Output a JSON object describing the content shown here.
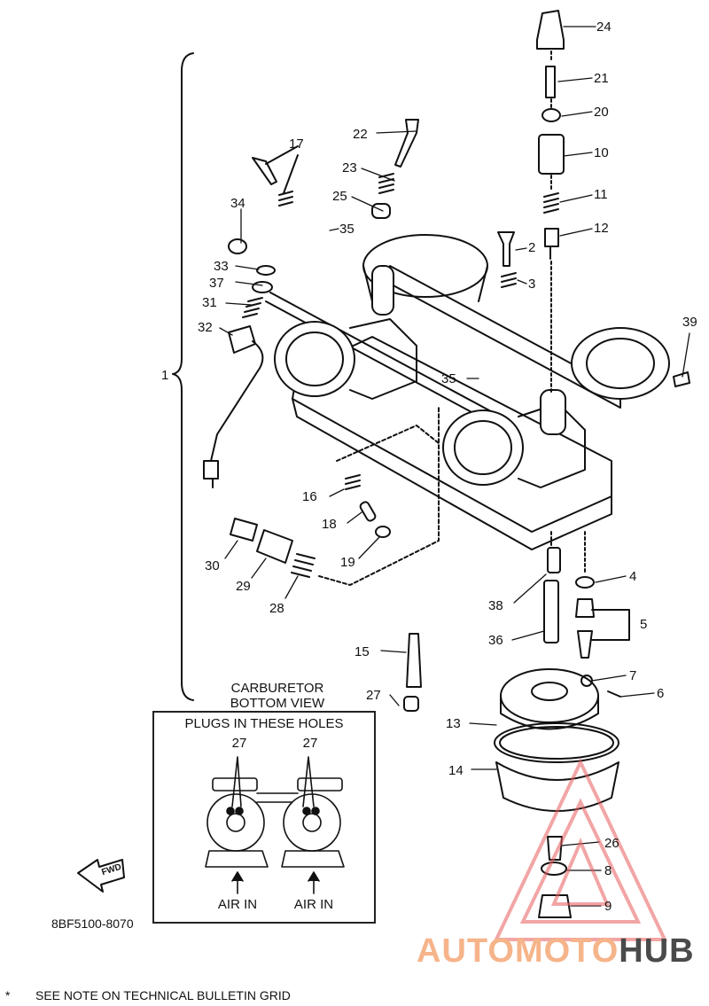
{
  "diagram": {
    "callouts": [
      {
        "id": "24",
        "text": "24"
      },
      {
        "id": "21",
        "text": "21"
      },
      {
        "id": "20",
        "text": "20"
      },
      {
        "id": "10",
        "text": "10"
      },
      {
        "id": "11",
        "text": "11"
      },
      {
        "id": "12",
        "text": "12"
      },
      {
        "id": "22",
        "text": "22"
      },
      {
        "id": "17",
        "text": "17"
      },
      {
        "id": "23",
        "text": "23"
      },
      {
        "id": "25",
        "text": "25"
      },
      {
        "id": "34",
        "text": "34"
      },
      {
        "id": "35a",
        "text": "35"
      },
      {
        "id": "2",
        "text": "2"
      },
      {
        "id": "3",
        "text": "3"
      },
      {
        "id": "33",
        "text": "33"
      },
      {
        "id": "37",
        "text": "37"
      },
      {
        "id": "31",
        "text": "31"
      },
      {
        "id": "32",
        "text": "32"
      },
      {
        "id": "39",
        "text": "39"
      },
      {
        "id": "1",
        "text": "1"
      },
      {
        "id": "35b",
        "text": "35"
      },
      {
        "id": "16",
        "text": "16"
      },
      {
        "id": "18",
        "text": "18"
      },
      {
        "id": "19",
        "text": "19"
      },
      {
        "id": "30",
        "text": "30"
      },
      {
        "id": "29",
        "text": "29"
      },
      {
        "id": "28",
        "text": "28"
      },
      {
        "id": "4",
        "text": "4"
      },
      {
        "id": "38",
        "text": "38"
      },
      {
        "id": "5",
        "text": "5"
      },
      {
        "id": "36",
        "text": "36"
      },
      {
        "id": "15",
        "text": "15"
      },
      {
        "id": "7",
        "text": "7"
      },
      {
        "id": "6",
        "text": "6"
      },
      {
        "id": "27",
        "text": "27"
      },
      {
        "id": "13",
        "text": "13"
      },
      {
        "id": "14",
        "text": "14"
      },
      {
        "id": "26",
        "text": "26"
      },
      {
        "id": "8",
        "text": "8"
      },
      {
        "id": "9",
        "text": "9"
      }
    ],
    "bottom_view_title": "CARBURETOR\nBOTTOM VIEW",
    "inset": {
      "title": "PLUGS IN THESE HOLES",
      "left_label": "27",
      "right_label": "27",
      "air_in_left": "AIR IN",
      "air_in_right": "AIR IN"
    },
    "direction_tag": "FWD",
    "part_number": "8BF5100-8070",
    "footnote_mark": "*",
    "footnote": "SEE NOTE ON TECHNICAL BULLETIN GRID"
  },
  "watermark": {
    "part_a": "AUTOMOTO",
    "part_b": "HUB",
    "logo_color": "#e85c5c",
    "text_color_a": "#f6b48a",
    "text_color_b": "#4a4a4a"
  }
}
